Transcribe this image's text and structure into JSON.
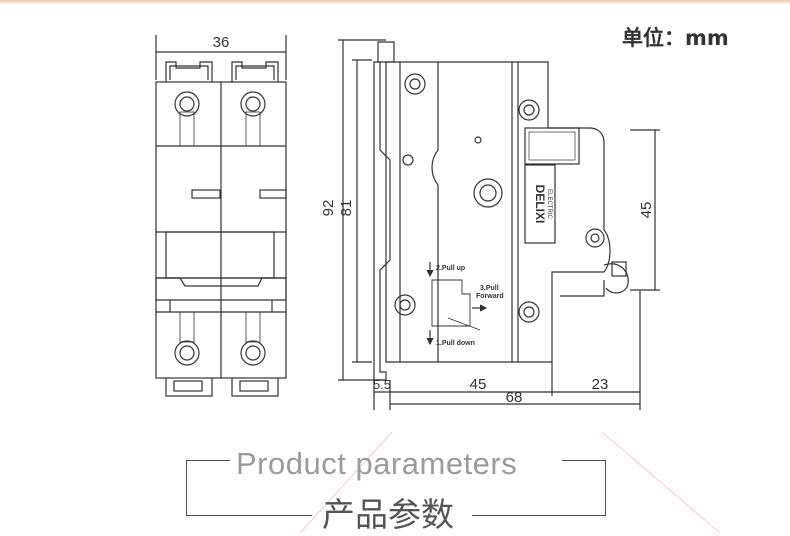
{
  "unit_label": "单位：mm",
  "dimensions": {
    "front_width": "36",
    "total_height": "92",
    "body_height": "81",
    "right_height": "45",
    "left_offset": "5.5",
    "depth_middle": "45",
    "depth_right": "23",
    "depth_total": "68"
  },
  "side_labels": {
    "pull_up": "2.Pull up",
    "pull_line1": "3.Pull",
    "pull_line2": "Forward",
    "pull_down": "1.Pull down",
    "brand_top": "DELIXI",
    "brand_bottom": "ELECTRIC"
  },
  "title_en": "Product parameters",
  "title_cn": "产品参数",
  "colors": {
    "line": "#333333",
    "accent": "#e9c9a8",
    "title_en": "#9b9b9b"
  }
}
